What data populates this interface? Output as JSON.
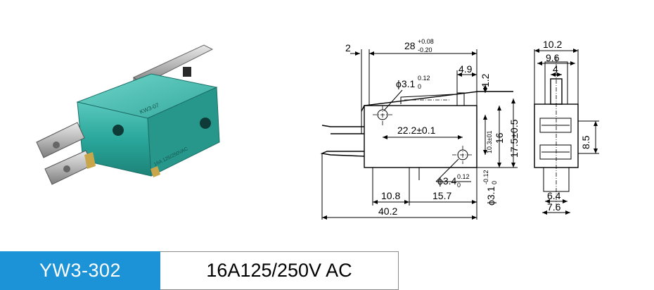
{
  "product": {
    "model": "YW3-302",
    "rating": "16A125/250V AC",
    "body_marking_top": "KW3-07",
    "body_marking_side": "16A 125/250VAC",
    "colors": {
      "accent": "#1b93d6",
      "body": "#2aa79b"
    }
  },
  "side_view": {
    "dims": {
      "d_2": "2",
      "d_28": "28",
      "d_28_tol_plus": "+0.08",
      "d_28_tol_minus": "-0.20",
      "d_49": "4.9",
      "d_12": "1.2",
      "d_phi31_top": "ϕ3.1",
      "d_phi31_top_tol_plus": "0.12",
      "d_phi31_top_tol_minus": "0",
      "d_222": "22.2±0.1",
      "d_103": "10.3±01",
      "d_16": "16",
      "d_175": "17.5±0.5",
      "d_phi34": "ϕ3.4",
      "d_phi34_tol_plus": "0.12",
      "d_phi34_tol_minus": "0",
      "d_phi31_bot": "ϕ3.1",
      "d_phi31_bot_tol_plus": "-0.12",
      "d_phi31_bot_tol_minus": "0",
      "d_108": "10.8",
      "d_157": "15.7",
      "d_402": "40.2"
    }
  },
  "end_view": {
    "dims": {
      "d_102": "10.2",
      "d_96": "9.6",
      "d_4": "4",
      "d_85": "8.5",
      "d_64": "6.4",
      "d_76": "7.6"
    }
  }
}
